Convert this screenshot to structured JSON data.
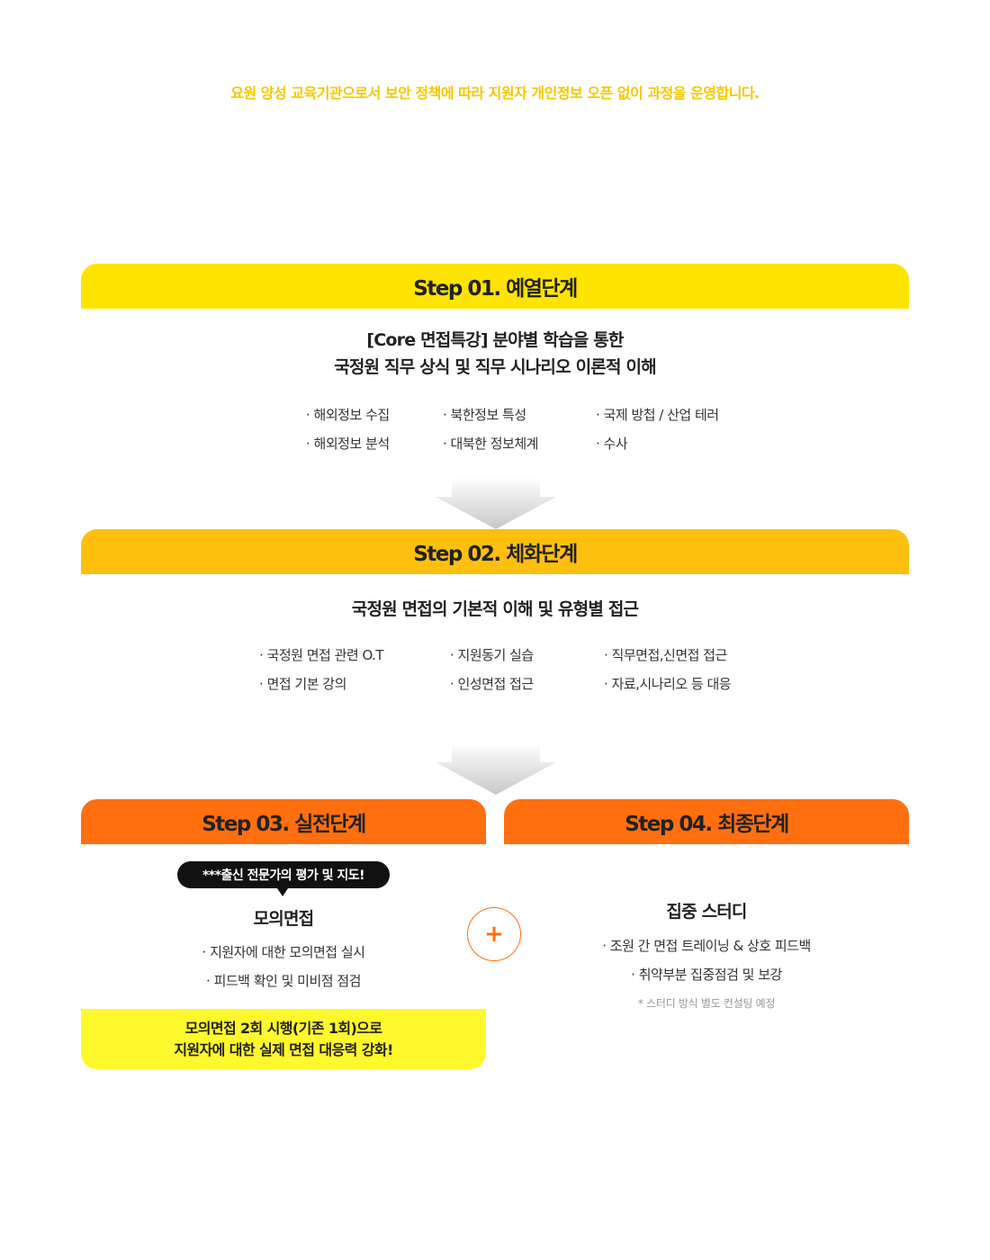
{
  "notice": "요원 양성 교육기관으로서 보안 정책에 따라 지원자 개인정보 오픈 없이 과정을 운영합니다.",
  "step1": {
    "title": "Step 01. 예열단계",
    "heading_line1": "[Core 면접특강] 분야별 학습을 통한",
    "heading_line2": "국정원 직무 상식 및 직무 시나리오 이론적 이해",
    "bullets": [
      "해외정보 수집",
      "북한정보 특성",
      "국제 방첩 / 산업 테러",
      "해외정보 분석",
      "대북한 정보체계",
      "수사"
    ]
  },
  "step2": {
    "title": "Step 02. 체화단계",
    "heading": "국정원 면접의 기본적 이해 및 유형별 접근",
    "bullets": [
      "국정원 면접 관련 O.T",
      "지원동기 실습",
      "직무면접,신면접 접근",
      "면접 기본 강의",
      "인성면접 접근",
      "자료,시나리오 등 대응"
    ]
  },
  "step3": {
    "title": "Step 03. 실전단계",
    "bubble": "***출신 전문가의 평가 및 지도!",
    "heading": "모의면접",
    "bullets": [
      "지원자에 대한 모의면접 실시",
      "피드백 확인 및 미비점 점검"
    ],
    "highlight_line1": "모의면접 2회 시행(기존 1회)으로",
    "highlight_line2": "지원자에 대한 실제 면접 대응력 강화!"
  },
  "plus_symbol": "+",
  "step4": {
    "title": "Step 04. 최종단계",
    "heading": "집중 스터디",
    "bullets": [
      "조원 간 면접 트레이닝 & 상호 피드백",
      "취약부분 집중점검 및 보강"
    ],
    "note": "* 스터디 방식 별도 컨설팅 예정"
  },
  "colors": {
    "notice_text": "#f5c800",
    "step1_bar": "#ffe400",
    "step2_bar": "#ffbf0f",
    "step3_4_bar": "#ff6f0f",
    "highlight_box": "#fff82c",
    "arrow_gray": "#cccccc"
  }
}
